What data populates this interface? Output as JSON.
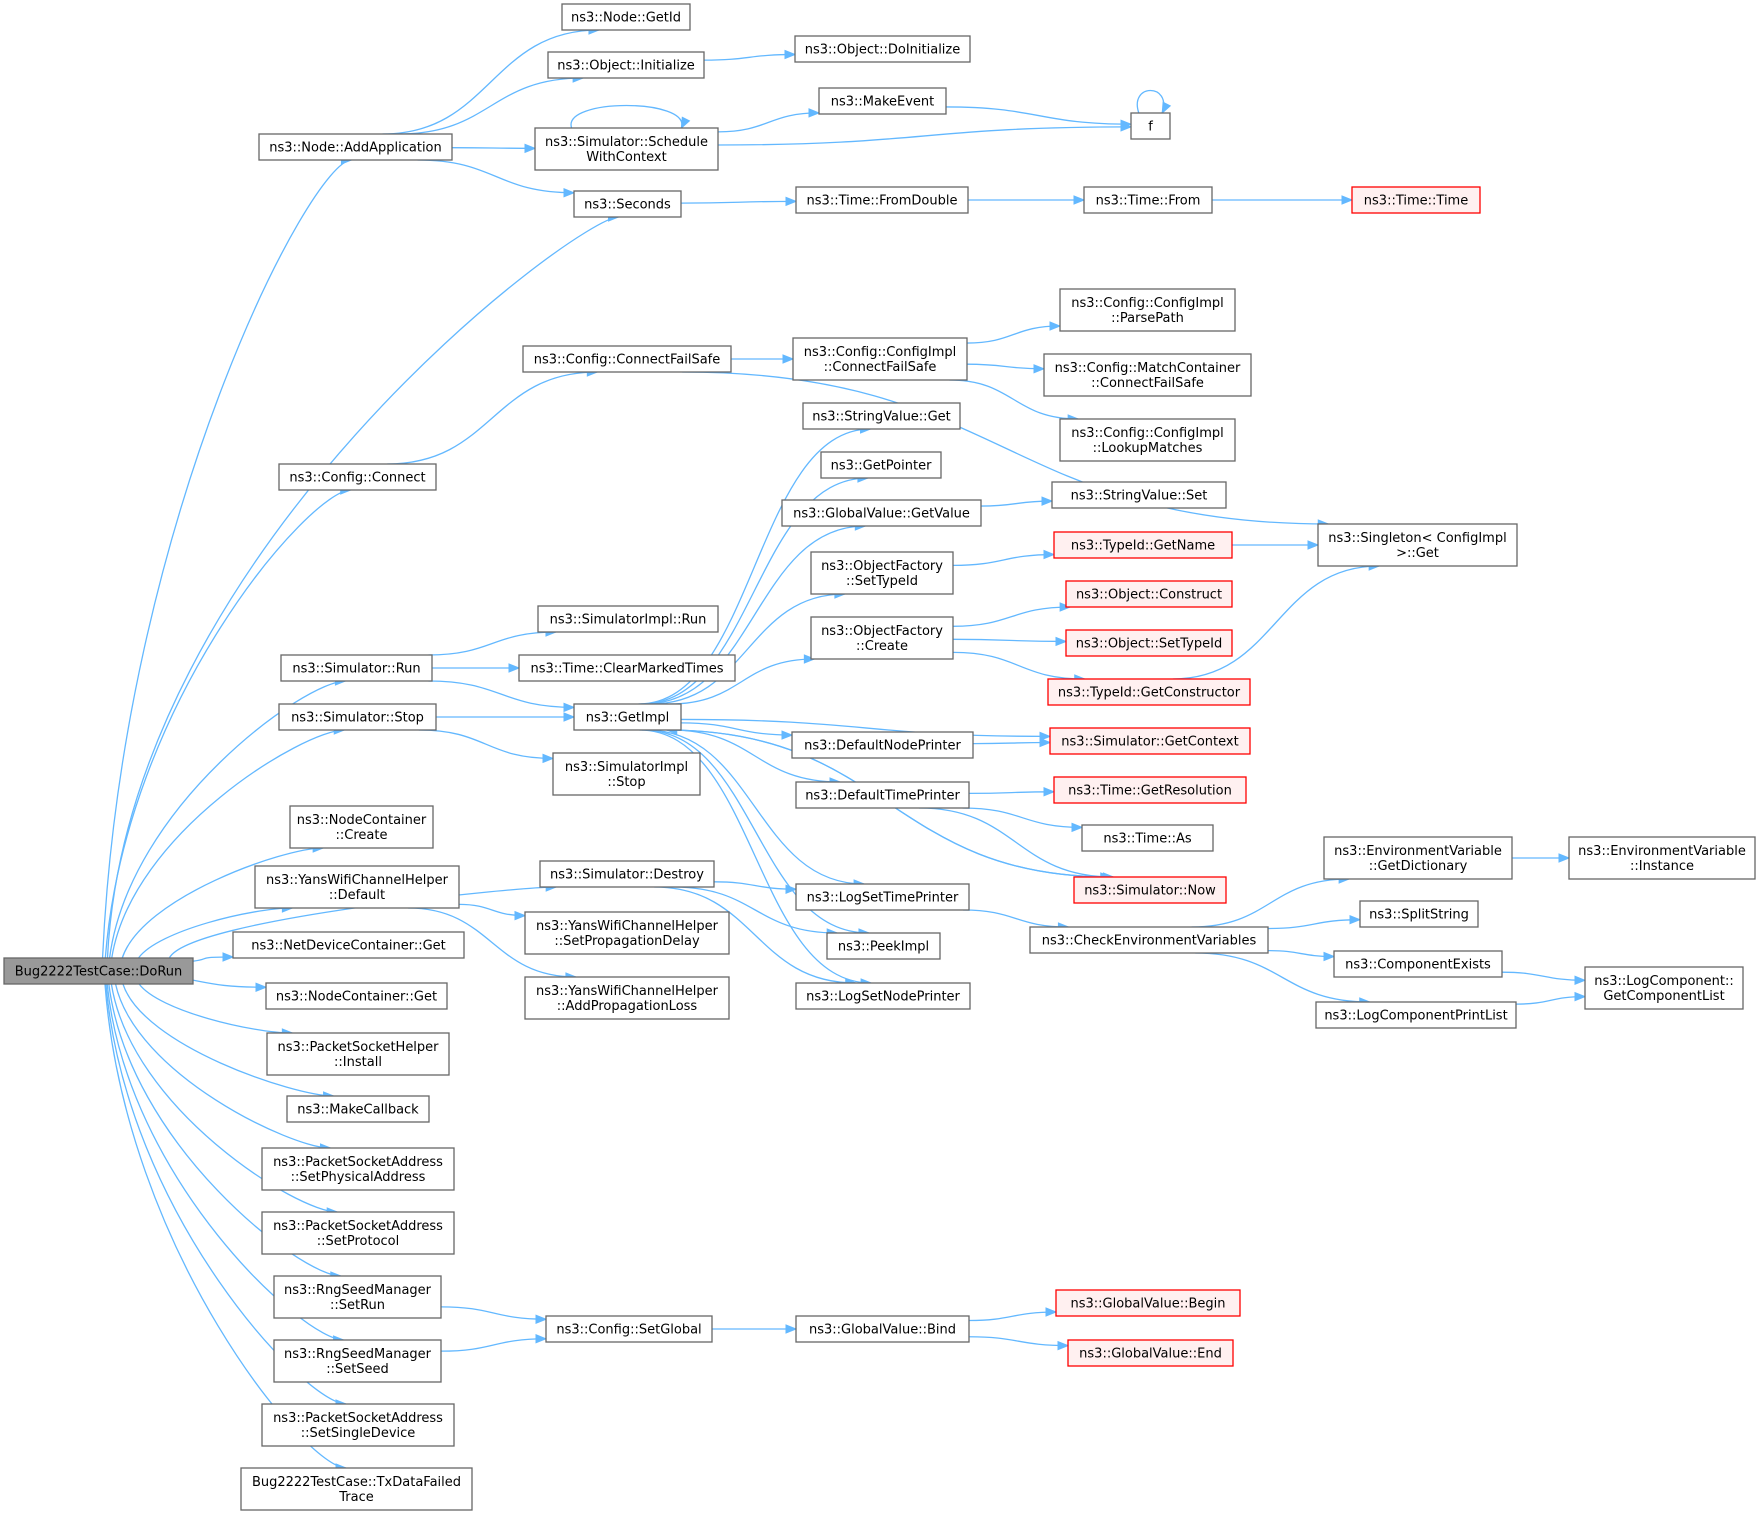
{
  "colors": {
    "edge": "#63b8ff",
    "node_border": "#666666",
    "root_fill": "#999999",
    "red_border": "#ff0000",
    "red_fill": "#fff0f0"
  },
  "nodes": [
    {
      "id": "dorun",
      "lines": [
        "Bug2222TestCase::DoRun"
      ],
      "style": "root"
    },
    {
      "id": "node_addapp",
      "lines": [
        "ns3::Node::AddApplication"
      ],
      "style": "normal"
    },
    {
      "id": "node_getid",
      "lines": [
        "ns3::Node::GetId"
      ],
      "style": "normal"
    },
    {
      "id": "obj_init",
      "lines": [
        "ns3::Object::Initialize"
      ],
      "style": "normal"
    },
    {
      "id": "obj_doinit",
      "lines": [
        "ns3::Object::DoInitialize"
      ],
      "style": "normal"
    },
    {
      "id": "sim_schedwc",
      "lines": [
        "ns3::Simulator::Schedule",
        "WithContext"
      ],
      "style": "normal"
    },
    {
      "id": "makeevent",
      "lines": [
        "ns3::MakeEvent"
      ],
      "style": "normal"
    },
    {
      "id": "f",
      "lines": [
        "f"
      ],
      "style": "normal"
    },
    {
      "id": "seconds",
      "lines": [
        "ns3::Seconds"
      ],
      "style": "normal"
    },
    {
      "id": "time_fromdouble",
      "lines": [
        "ns3::Time::FromDouble"
      ],
      "style": "normal"
    },
    {
      "id": "time_from",
      "lines": [
        "ns3::Time::From"
      ],
      "style": "normal"
    },
    {
      "id": "time_time",
      "lines": [
        "ns3::Time::Time"
      ],
      "style": "red"
    },
    {
      "id": "cfg_connectfs",
      "lines": [
        "ns3::Config::ConnectFailSafe"
      ],
      "style": "normal"
    },
    {
      "id": "cfgimpl_connectfs",
      "lines": [
        "ns3::Config::ConfigImpl",
        "::ConnectFailSafe"
      ],
      "style": "normal"
    },
    {
      "id": "cfgimpl_parsepath",
      "lines": [
        "ns3::Config::ConfigImpl",
        "::ParsePath"
      ],
      "style": "normal"
    },
    {
      "id": "matchcontainer_cfs",
      "lines": [
        "ns3::Config::MatchContainer",
        "::ConnectFailSafe"
      ],
      "style": "normal"
    },
    {
      "id": "cfgimpl_lookup",
      "lines": [
        "ns3::Config::ConfigImpl",
        "::LookupMatches"
      ],
      "style": "normal"
    },
    {
      "id": "cfg_connect",
      "lines": [
        "ns3::Config::Connect"
      ],
      "style": "normal"
    },
    {
      "id": "stringvalue_get",
      "lines": [
        "ns3::StringValue::Get"
      ],
      "style": "normal"
    },
    {
      "id": "getpointer",
      "lines": [
        "ns3::GetPointer"
      ],
      "style": "normal"
    },
    {
      "id": "globalvalue_getvalue",
      "lines": [
        "ns3::GlobalValue::GetValue"
      ],
      "style": "normal"
    },
    {
      "id": "stringvalue_set",
      "lines": [
        "ns3::StringValue::Set"
      ],
      "style": "normal"
    },
    {
      "id": "objfactory_settypeid",
      "lines": [
        "ns3::ObjectFactory",
        "::SetTypeId"
      ],
      "style": "normal"
    },
    {
      "id": "typeid_getname",
      "lines": [
        "ns3::TypeId::GetName"
      ],
      "style": "red"
    },
    {
      "id": "singleton_get",
      "lines": [
        "ns3::Singleton< ConfigImpl",
        ">::Get"
      ],
      "style": "normal"
    },
    {
      "id": "objfactory_create",
      "lines": [
        "ns3::ObjectFactory",
        "::Create"
      ],
      "style": "normal"
    },
    {
      "id": "obj_construct",
      "lines": [
        "ns3::Object::Construct"
      ],
      "style": "red"
    },
    {
      "id": "obj_settypeid",
      "lines": [
        "ns3::Object::SetTypeId"
      ],
      "style": "red"
    },
    {
      "id": "typeid_getctor",
      "lines": [
        "ns3::TypeId::GetConstructor"
      ],
      "style": "red"
    },
    {
      "id": "simimpl_run",
      "lines": [
        "ns3::SimulatorImpl::Run"
      ],
      "style": "normal"
    },
    {
      "id": "sim_run",
      "lines": [
        "ns3::Simulator::Run"
      ],
      "style": "normal"
    },
    {
      "id": "time_clearmarked",
      "lines": [
        "ns3::Time::ClearMarkedTimes"
      ],
      "style": "normal"
    },
    {
      "id": "getimpl",
      "lines": [
        "ns3::GetImpl"
      ],
      "style": "normal"
    },
    {
      "id": "sim_stop",
      "lines": [
        "ns3::Simulator::Stop"
      ],
      "style": "normal"
    },
    {
      "id": "defaultnodeprinter",
      "lines": [
        "ns3::DefaultNodePrinter"
      ],
      "style": "normal"
    },
    {
      "id": "sim_getcontext",
      "lines": [
        "ns3::Simulator::GetContext"
      ],
      "style": "red"
    },
    {
      "id": "simimpl_stop",
      "lines": [
        "ns3::SimulatorImpl",
        "::Stop"
      ],
      "style": "normal"
    },
    {
      "id": "defaulttimeprinter",
      "lines": [
        "ns3::DefaultTimePrinter"
      ],
      "style": "normal"
    },
    {
      "id": "time_getres",
      "lines": [
        "ns3::Time::GetResolution"
      ],
      "style": "red"
    },
    {
      "id": "nodecontainer_create",
      "lines": [
        "ns3::NodeContainer",
        "::Create"
      ],
      "style": "normal"
    },
    {
      "id": "time_as",
      "lines": [
        "ns3::Time::As"
      ],
      "style": "normal"
    },
    {
      "id": "yans_default",
      "lines": [
        "ns3::YansWifiChannelHelper",
        "::Default"
      ],
      "style": "normal"
    },
    {
      "id": "sim_destroy",
      "lines": [
        "ns3::Simulator::Destroy"
      ],
      "style": "normal"
    },
    {
      "id": "sim_now",
      "lines": [
        "ns3::Simulator::Now"
      ],
      "style": "red"
    },
    {
      "id": "envvar_getdict",
      "lines": [
        "ns3::EnvironmentVariable",
        "::GetDictionary"
      ],
      "style": "normal"
    },
    {
      "id": "envvar_instance",
      "lines": [
        "ns3::EnvironmentVariable",
        "::Instance"
      ],
      "style": "normal"
    },
    {
      "id": "logsettimeprinter",
      "lines": [
        "ns3::LogSetTimePrinter"
      ],
      "style": "normal"
    },
    {
      "id": "yans_setpropdelay",
      "lines": [
        "ns3::YansWifiChannelHelper",
        "::SetPropagationDelay"
      ],
      "style": "normal"
    },
    {
      "id": "splitstring",
      "lines": [
        "ns3::SplitString"
      ],
      "style": "normal"
    },
    {
      "id": "checkenvvars",
      "lines": [
        "ns3::CheckEnvironmentVariables"
      ],
      "style": "normal"
    },
    {
      "id": "peekimpl",
      "lines": [
        "ns3::PeekImpl"
      ],
      "style": "normal"
    },
    {
      "id": "netdevcontainer_get",
      "lines": [
        "ns3::NetDeviceContainer::Get"
      ],
      "style": "normal"
    },
    {
      "id": "componentexists",
      "lines": [
        "ns3::ComponentExists"
      ],
      "style": "normal"
    },
    {
      "id": "logcomponent_getlist",
      "lines": [
        "ns3::LogComponent::",
        "GetComponentList"
      ],
      "style": "normal"
    },
    {
      "id": "nodecontainer_get",
      "lines": [
        "ns3::NodeContainer::Get"
      ],
      "style": "normal"
    },
    {
      "id": "yans_addproploss",
      "lines": [
        "ns3::YansWifiChannelHelper",
        "::AddPropagationLoss"
      ],
      "style": "normal"
    },
    {
      "id": "logsetnodeprinter",
      "lines": [
        "ns3::LogSetNodePrinter"
      ],
      "style": "normal"
    },
    {
      "id": "logcomponentprintlist",
      "lines": [
        "ns3::LogComponentPrintList"
      ],
      "style": "normal"
    },
    {
      "id": "packetsockethelper_install",
      "lines": [
        "ns3::PacketSocketHelper",
        "::Install"
      ],
      "style": "normal"
    },
    {
      "id": "makecallback",
      "lines": [
        "ns3::MakeCallback"
      ],
      "style": "normal"
    },
    {
      "id": "psa_setphys",
      "lines": [
        "ns3::PacketSocketAddress",
        "::SetPhysicalAddress"
      ],
      "style": "normal"
    },
    {
      "id": "psa_setproto",
      "lines": [
        "ns3::PacketSocketAddress",
        "::SetProtocol"
      ],
      "style": "normal"
    },
    {
      "id": "rng_setrun",
      "lines": [
        "ns3::RngSeedManager",
        "::SetRun"
      ],
      "style": "normal"
    },
    {
      "id": "cfg_setglobal",
      "lines": [
        "ns3::Config::SetGlobal"
      ],
      "style": "normal"
    },
    {
      "id": "gv_bind",
      "lines": [
        "ns3::GlobalValue::Bind"
      ],
      "style": "normal"
    },
    {
      "id": "gv_begin",
      "lines": [
        "ns3::GlobalValue::Begin"
      ],
      "style": "red"
    },
    {
      "id": "gv_end",
      "lines": [
        "ns3::GlobalValue::End"
      ],
      "style": "red"
    },
    {
      "id": "rng_setseed",
      "lines": [
        "ns3::RngSeedManager",
        "::SetSeed"
      ],
      "style": "normal"
    },
    {
      "id": "psa_setsingle",
      "lines": [
        "ns3::PacketSocketAddress",
        "::SetSingleDevice"
      ],
      "style": "normal"
    },
    {
      "id": "txdatafailed",
      "lines": [
        "Bug2222TestCase::TxDataFailed",
        "Trace"
      ],
      "style": "normal"
    }
  ],
  "edges": [
    [
      "dorun",
      "node_addapp"
    ],
    [
      "dorun",
      "seconds"
    ],
    [
      "dorun",
      "cfg_connect"
    ],
    [
      "dorun",
      "sim_run"
    ],
    [
      "dorun",
      "sim_stop"
    ],
    [
      "dorun",
      "sim_destroy"
    ],
    [
      "dorun",
      "nodecontainer_create"
    ],
    [
      "dorun",
      "yans_default"
    ],
    [
      "dorun",
      "netdevcontainer_get"
    ],
    [
      "dorun",
      "nodecontainer_get"
    ],
    [
      "dorun",
      "packetsockethelper_install"
    ],
    [
      "dorun",
      "makecallback"
    ],
    [
      "dorun",
      "psa_setphys"
    ],
    [
      "dorun",
      "psa_setproto"
    ],
    [
      "dorun",
      "rng_setrun"
    ],
    [
      "dorun",
      "rng_setseed"
    ],
    [
      "dorun",
      "psa_setsingle"
    ],
    [
      "dorun",
      "txdatafailed"
    ],
    [
      "node_addapp",
      "node_getid"
    ],
    [
      "node_addapp",
      "obj_init"
    ],
    [
      "node_addapp",
      "sim_schedwc"
    ],
    [
      "node_addapp",
      "seconds"
    ],
    [
      "obj_init",
      "obj_doinit"
    ],
    [
      "sim_schedwc",
      "sim_schedwc"
    ],
    [
      "sim_schedwc",
      "makeevent"
    ],
    [
      "sim_schedwc",
      "f"
    ],
    [
      "makeevent",
      "f"
    ],
    [
      "f",
      "f"
    ],
    [
      "seconds",
      "time_fromdouble"
    ],
    [
      "time_fromdouble",
      "time_from"
    ],
    [
      "time_from",
      "time_time"
    ],
    [
      "cfg_connect",
      "cfg_connectfs"
    ],
    [
      "cfg_connectfs",
      "cfgimpl_connectfs"
    ],
    [
      "cfg_connectfs",
      "singleton_get"
    ],
    [
      "cfgimpl_connectfs",
      "cfgimpl_parsepath"
    ],
    [
      "cfgimpl_connectfs",
      "matchcontainer_cfs"
    ],
    [
      "cfgimpl_connectfs",
      "cfgimpl_lookup"
    ],
    [
      "sim_run",
      "simimpl_run"
    ],
    [
      "sim_run",
      "time_clearmarked"
    ],
    [
      "sim_run",
      "getimpl"
    ],
    [
      "sim_stop",
      "getimpl"
    ],
    [
      "sim_stop",
      "simimpl_stop"
    ],
    [
      "getimpl",
      "stringvalue_get"
    ],
    [
      "getimpl",
      "getpointer"
    ],
    [
      "getimpl",
      "globalvalue_getvalue"
    ],
    [
      "getimpl",
      "objfactory_settypeid"
    ],
    [
      "getimpl",
      "objfactory_create"
    ],
    [
      "getimpl",
      "defaultnodeprinter"
    ],
    [
      "getimpl",
      "sim_getcontext"
    ],
    [
      "getimpl",
      "defaulttimeprinter"
    ],
    [
      "getimpl",
      "sim_now"
    ],
    [
      "getimpl",
      "logsettimeprinter"
    ],
    [
      "getimpl",
      "peekimpl"
    ],
    [
      "getimpl",
      "logsetnodeprinter"
    ],
    [
      "globalvalue_getvalue",
      "stringvalue_set"
    ],
    [
      "objfactory_settypeid",
      "typeid_getname"
    ],
    [
      "typeid_getname",
      "singleton_get"
    ],
    [
      "objfactory_create",
      "obj_construct"
    ],
    [
      "objfactory_create",
      "obj_settypeid"
    ],
    [
      "objfactory_create",
      "typeid_getctor"
    ],
    [
      "typeid_getctor",
      "singleton_get"
    ],
    [
      "defaultnodeprinter",
      "sim_getcontext"
    ],
    [
      "defaulttimeprinter",
      "time_getres"
    ],
    [
      "defaulttimeprinter",
      "time_as"
    ],
    [
      "defaulttimeprinter",
      "sim_now"
    ],
    [
      "sim_now",
      "getimpl"
    ],
    [
      "sim_destroy",
      "logsettimeprinter"
    ],
    [
      "sim_destroy",
      "peekimpl"
    ],
    [
      "sim_destroy",
      "logsetnodeprinter"
    ],
    [
      "logsettimeprinter",
      "checkenvvars"
    ],
    [
      "checkenvvars",
      "envvar_getdict"
    ],
    [
      "checkenvvars",
      "splitstring"
    ],
    [
      "checkenvvars",
      "componentexists"
    ],
    [
      "checkenvvars",
      "logcomponentprintlist"
    ],
    [
      "envvar_getdict",
      "envvar_instance"
    ],
    [
      "componentexists",
      "logcomponent_getlist"
    ],
    [
      "logcomponentprintlist",
      "logcomponent_getlist"
    ],
    [
      "yans_default",
      "yans_setpropdelay"
    ],
    [
      "yans_default",
      "yans_addproploss"
    ],
    [
      "rng_setrun",
      "cfg_setglobal"
    ],
    [
      "rng_setseed",
      "cfg_setglobal"
    ],
    [
      "cfg_setglobal",
      "gv_bind"
    ],
    [
      "gv_bind",
      "gv_begin"
    ],
    [
      "gv_bind",
      "gv_end"
    ]
  ]
}
